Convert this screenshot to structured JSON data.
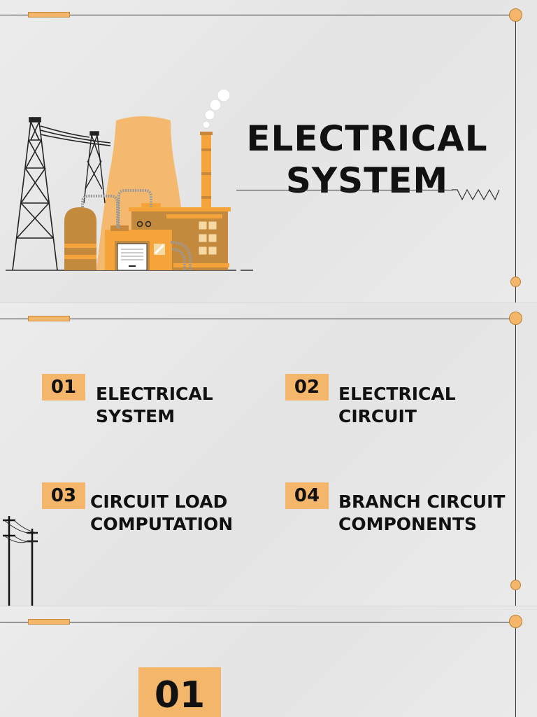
{
  "slide1": {
    "title": "ELECTRICAL\nSYSTEM"
  },
  "slide2": {
    "items": [
      {
        "number": "01",
        "label": "ELECTRICAL\nSYSTEM"
      },
      {
        "number": "02",
        "label": "ELECTRICAL\nCIRCUIT"
      },
      {
        "number": "03",
        "label": "CIRCUIT LOAD\nCOMPUTATION"
      },
      {
        "number": "04",
        "label": "BRANCH CIRCUIT\nCOMPONENTS"
      }
    ]
  },
  "slide3": {
    "number": "01"
  },
  "colors": {
    "accent": "#f3b66a",
    "accent_dark": "#c9893a",
    "line": "#333333",
    "text": "#111111"
  },
  "icons": [
    "power-plant-illustration",
    "transmission-tower-icon",
    "utility-pole-icon",
    "zigzag-line-icon"
  ]
}
